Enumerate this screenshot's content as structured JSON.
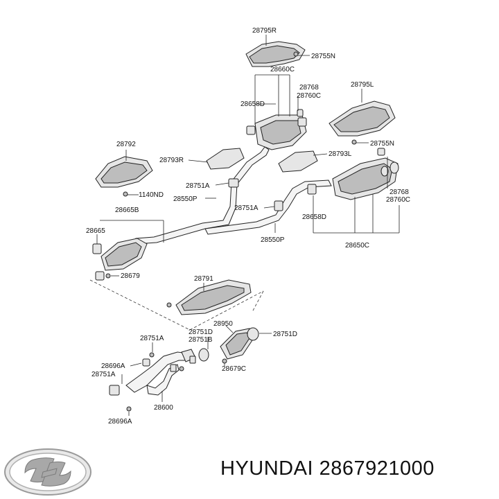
{
  "diagram": {
    "labels": {
      "p28795R": "28795R",
      "p28755N_top": "28755N",
      "p28660C": "28660C",
      "p28768_top": "28768",
      "p28760C_top": "28760C",
      "p28658D_top": "28658D",
      "p28795L": "28795L",
      "p28755N_right": "28755N",
      "p28792": "28792",
      "p28793R": "28793R",
      "p28793L": "28793L",
      "p1140ND": "1140ND",
      "p28751A_1": "28751A",
      "p28550P_1": "28550P",
      "p28768_right": "28768",
      "p28760C_right": "28760C",
      "p28665B": "28665B",
      "p28751A_2": "28751A",
      "p28665": "28665",
      "p28658D_right": "28658D",
      "p28550P_2": "28550P",
      "p28650C": "28650C",
      "p28679": "28679",
      "p28791": "28791",
      "p28950": "28950",
      "p28751D_a": "28751D",
      "p28751B": "28751B",
      "p28751D_b": "28751D",
      "p28751A_3": "28751A",
      "p28696A_1": "28696A",
      "p28751A_4": "28751A",
      "p28679C": "28679C",
      "p28600": "28600",
      "p28696A_2": "28696A"
    }
  },
  "footer": {
    "brand": "HYUNDAI",
    "part_number": "2867921000"
  }
}
